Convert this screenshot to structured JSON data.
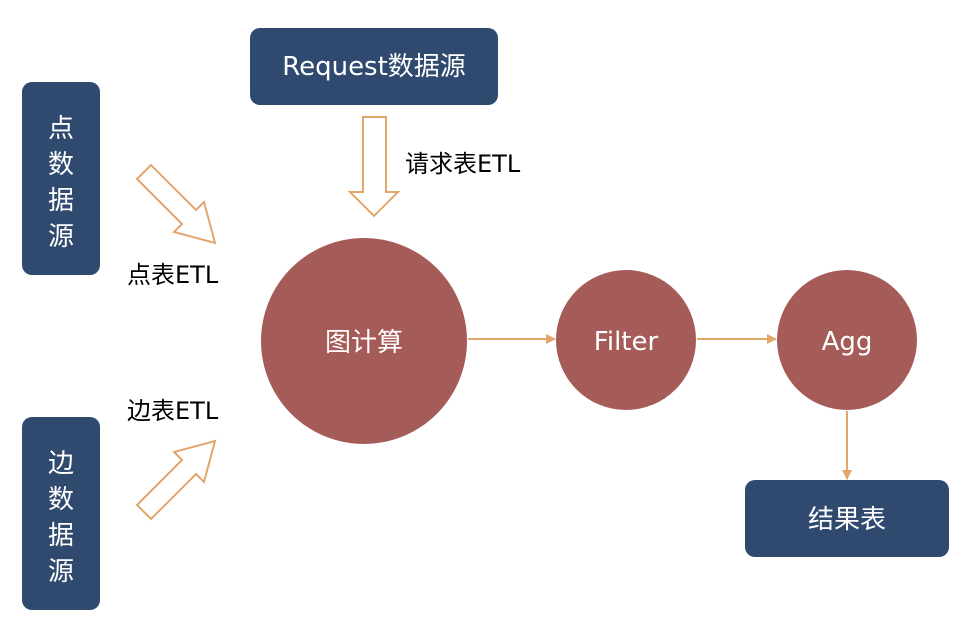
{
  "colors": {
    "box_fill": "#2f4a6e",
    "circle_fill": "#a55b57",
    "arrow_stroke": "#e2a66c",
    "label_text": "#000000",
    "node_text": "#ffffff"
  },
  "sources": {
    "request": "Request数据源",
    "point_chars": [
      "点",
      "数",
      "据",
      "源"
    ],
    "edge_chars": [
      "边",
      "数",
      "据",
      "源"
    ]
  },
  "edges": {
    "request_etl": "请求表ETL",
    "point_etl": "点表ETL",
    "edge_etl": "边表ETL"
  },
  "nodes": {
    "graph_compute": "图计算",
    "filter": "Filter",
    "agg": "Agg"
  },
  "result": {
    "label": "结果表"
  }
}
